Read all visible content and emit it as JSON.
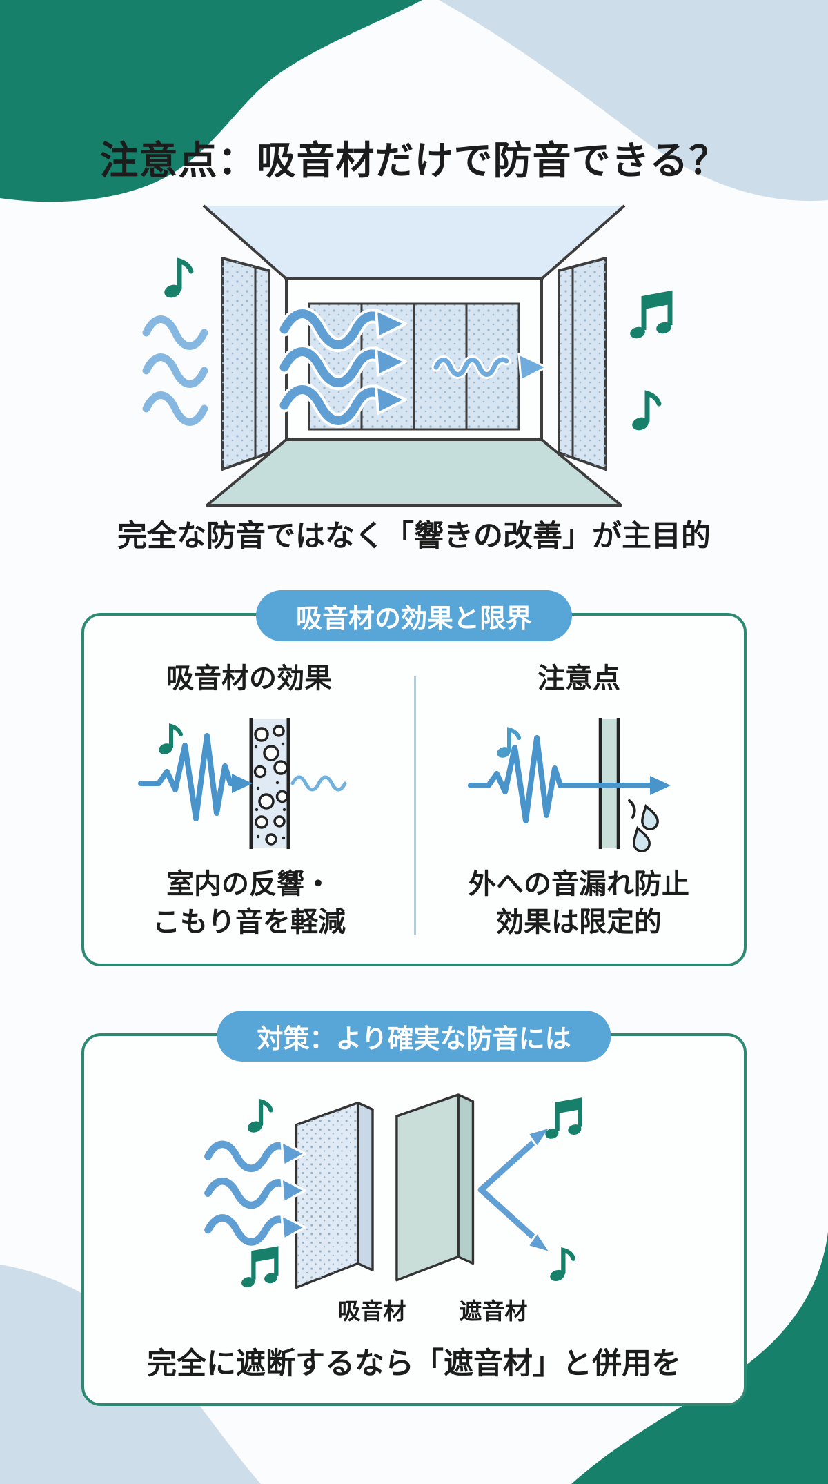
{
  "page": {
    "title": "注意点：吸音材だけで防音できる？",
    "room_caption": "完全な防音ではなく「響きの改善」が主目的"
  },
  "section_effects": {
    "header": "吸音材の効果と限界",
    "left": {
      "title": "吸音材の効果",
      "caption_line1": "室内の反響・",
      "caption_line2": "こもり音を軽減"
    },
    "right": {
      "title": "注意点",
      "caption_line1": "外への音漏れ防止",
      "caption_line2": "効果は限定的"
    }
  },
  "section_measures": {
    "header": "対策：より確実な防音には",
    "label_absorber": "吸音材",
    "label_insulator": "遮音材",
    "caption": "完全に遮断するなら「遮音材」と併用を"
  },
  "colors": {
    "blob_green": "#17806a",
    "blob_light_blue": "#cddde9",
    "box_border_teal": "#2d8a72",
    "pill_blue": "#58a5d8",
    "wave_blue": "#5f9fd4",
    "note_green": "#17806a",
    "note_blue": "#4a9cc9",
    "panel_fill": "#d6e5f1",
    "floor_teal": "#c6dedb",
    "ceiling_blue": "#dcebf7",
    "text_dark": "#1c1c1c"
  }
}
